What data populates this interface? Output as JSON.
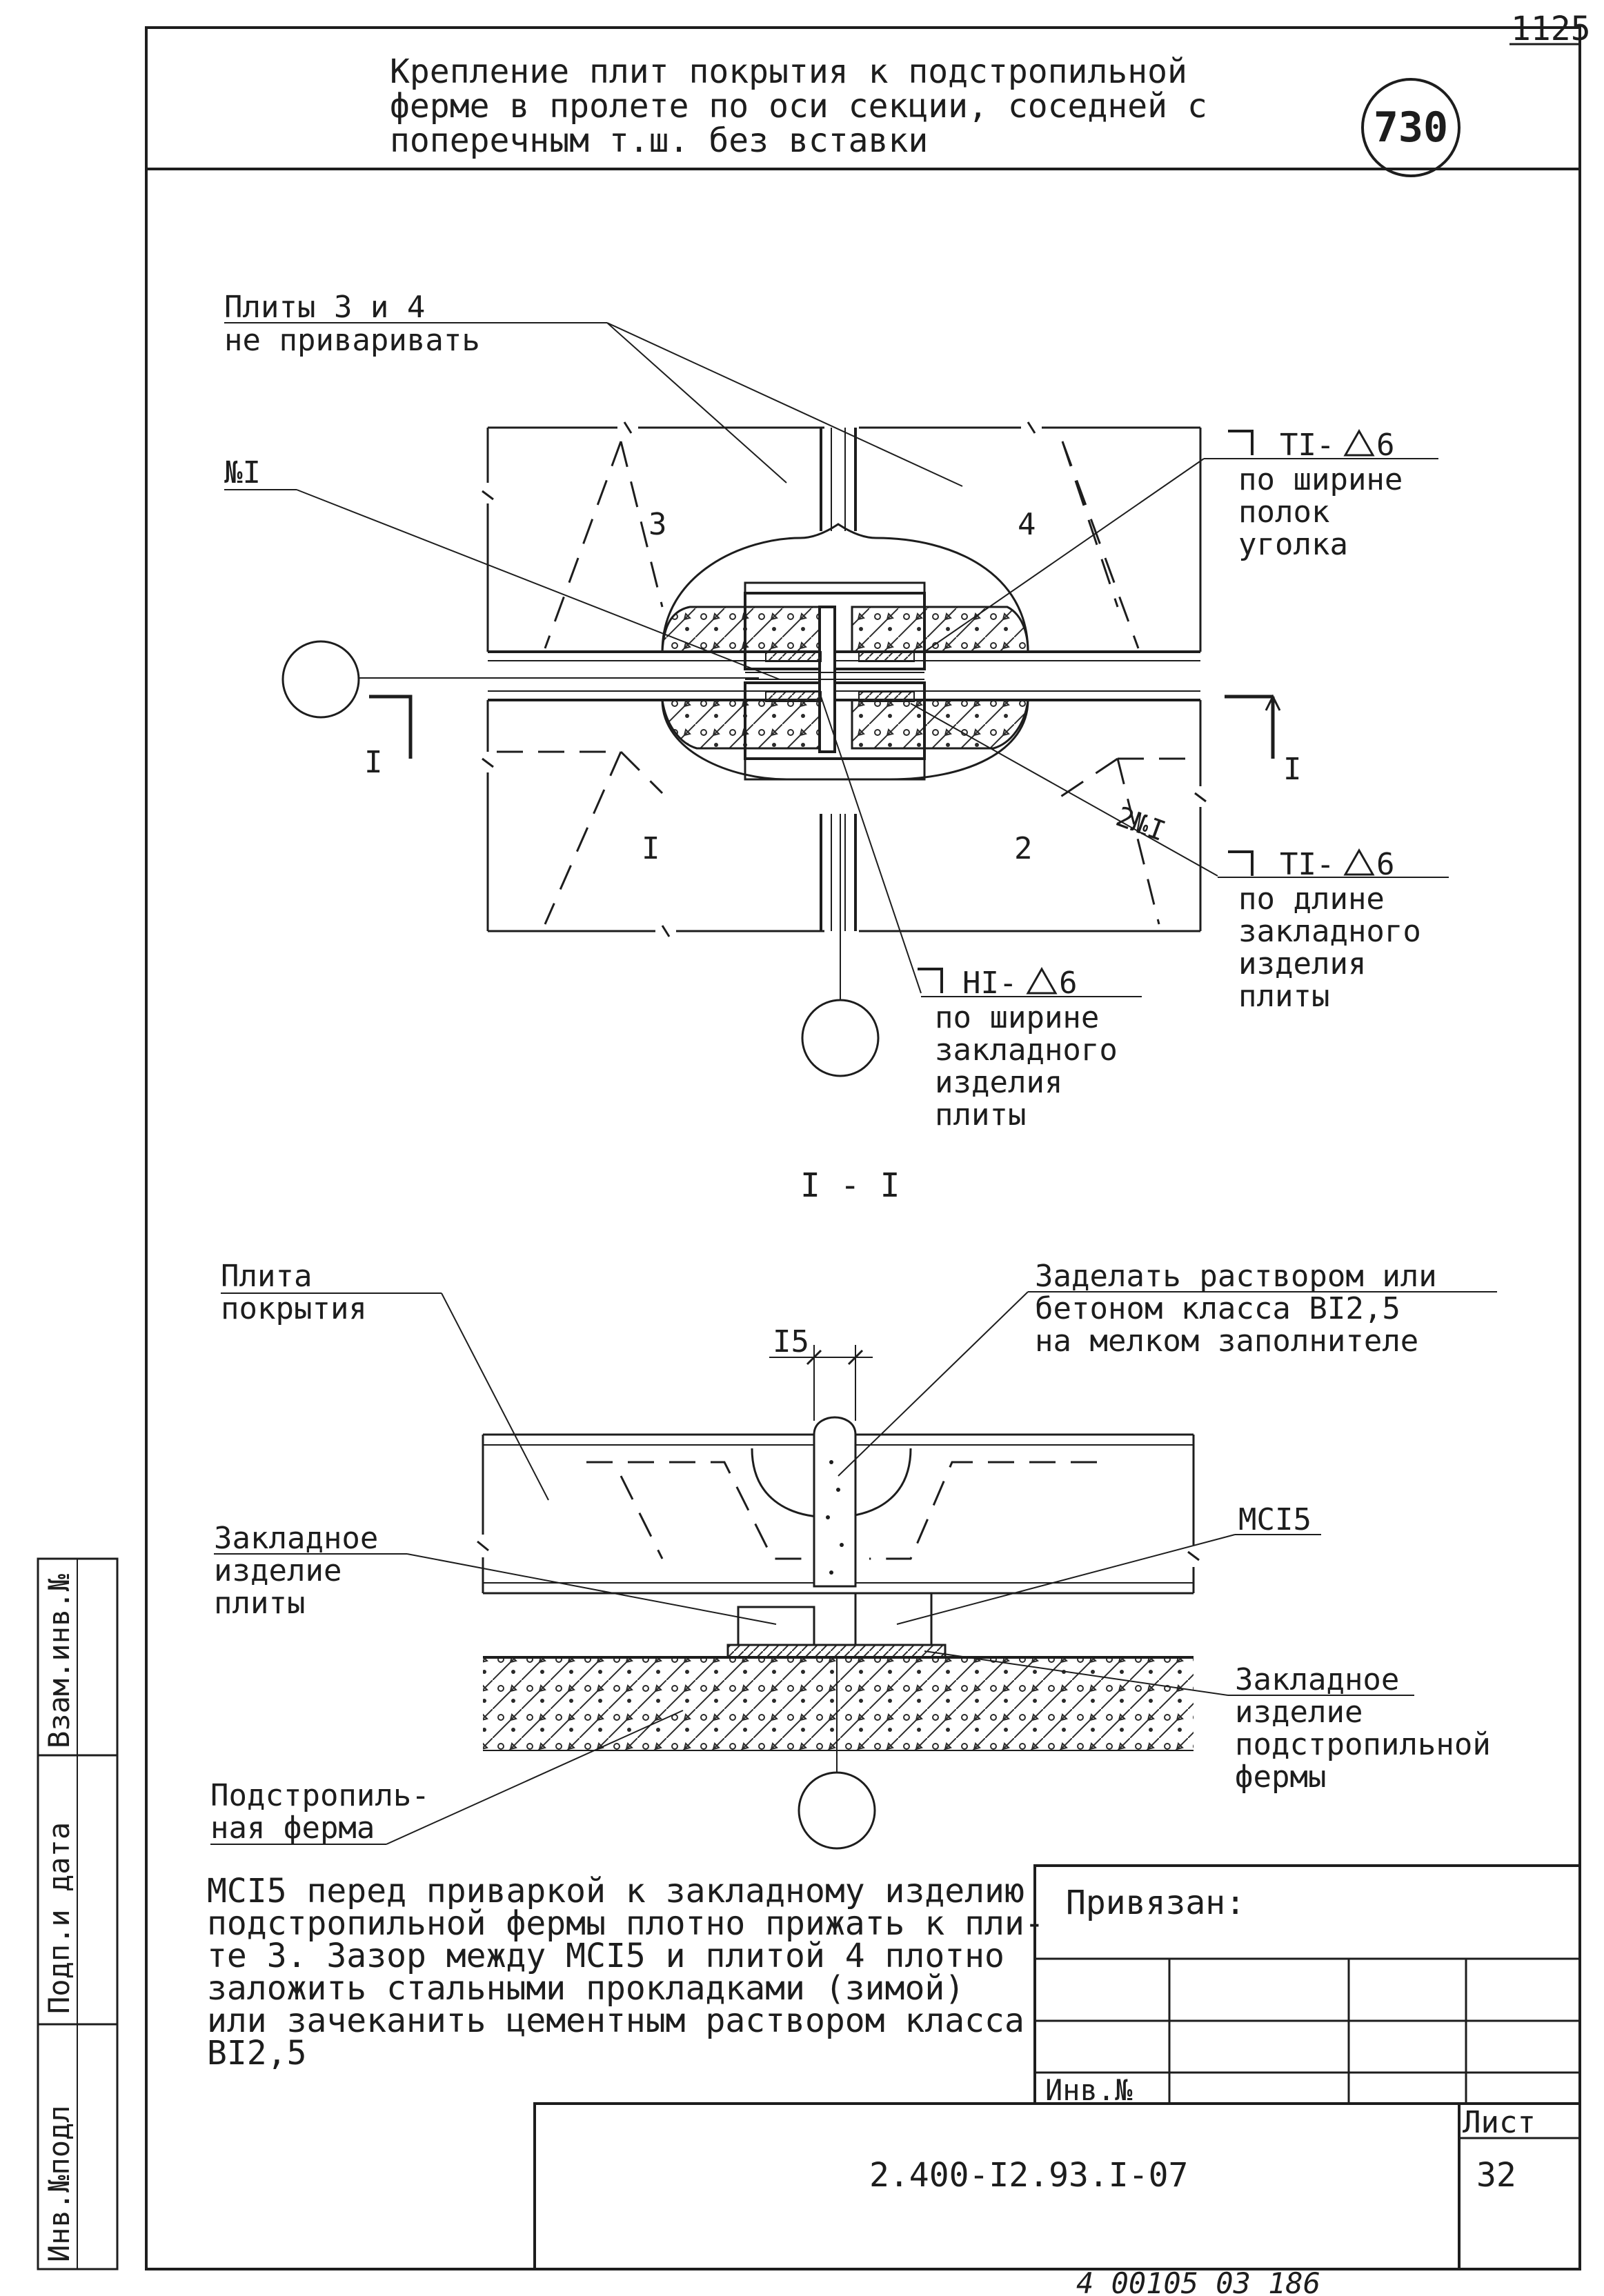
{
  "page_number": "1125",
  "header": {
    "title_lines": [
      "Крепление плит покрытия к подстропильной",
      "ферме в пролете по оси секции, соседней с",
      "поперечным т.ш. без вставки"
    ],
    "node_number": "730"
  },
  "plan": {
    "labels": {
      "plates_not_welded_1": "Плиты 3 и 4",
      "plates_not_welded_2": "не приваривать",
      "m1": "№I",
      "weld_t1_top": "TI-",
      "weld_t1_top_leg": "6",
      "width_flanges_1": "по ширине",
      "width_flanges_2": "полок",
      "width_flanges_3": "уголка",
      "weld_t1_bottom": "TI-",
      "weld_t1_bottom_leg": "6",
      "length_embedded_1": "по длине",
      "length_embedded_2": "закладного",
      "length_embedded_3": "изделия",
      "length_embedded_4": "плиты",
      "weld_h1": "HI-",
      "weld_h1_leg": "6",
      "width_embedded_1": "по ширине",
      "width_embedded_2": "закладного",
      "width_embedded_3": "изделия",
      "width_embedded_4": "плиты",
      "two_m1": "2№I",
      "plate_1": "I",
      "plate_2": "2",
      "plate_3": "3",
      "plate_4": "4",
      "section_left": "I",
      "section_right": "I"
    }
  },
  "section": {
    "title": "I - I",
    "labels": {
      "roof_plate_1": "Плита",
      "roof_plate_2": "покрытия",
      "grout_1": "Заделать раствором или",
      "grout_2": "бетоном класса BI2,5",
      "grout_3": "на мелком заполнителе",
      "dim": "I5",
      "mc15": "MCI5",
      "plate_embedded_1": "Закладное",
      "plate_embedded_2": "изделие",
      "plate_embedded_3": "плиты",
      "truss_embedded_1": "Закладное",
      "truss_embedded_2": "изделие",
      "truss_embedded_3": "подстропильной",
      "truss_embedded_4": "фермы",
      "truss_1": "Подстропиль-",
      "truss_2": "ная ферма"
    }
  },
  "note": {
    "lines": [
      "MCI5 перед приваркой к закладному изделию",
      "подстропильной фермы плотно прижать к пли-",
      "те 3. Зазор между MCI5 и плитой 4 плотно",
      "заложить стальными прокладками (зимой)",
      "или зачеканить цементным раствором класса",
      "BI2,5"
    ]
  },
  "stamp": {
    "bound_label": "Привязан:",
    "inv_label": "Инв.№",
    "doc_code": "2.400-I2.93.I-07",
    "sheet_label": "Лист",
    "sheet_number": "32"
  },
  "side_fields": {
    "replace_inv": "Взам.инв.№",
    "sign_date": "Подп.и дата",
    "inv_orig": "Инв.№подл"
  },
  "footer_note": "4 00105 03 186"
}
